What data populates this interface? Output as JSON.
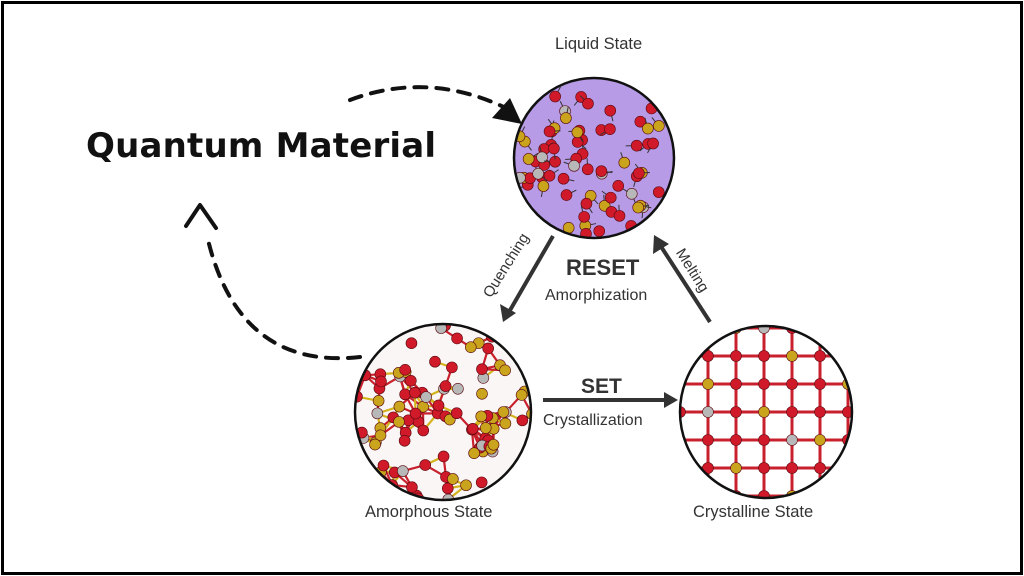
{
  "headline": "Quantum Material",
  "states": {
    "liquid": "Liquid State",
    "amorphous": "Amorphous State",
    "crystalline": "Crystalline State"
  },
  "transitions": {
    "reset": "RESET",
    "amorphization": "Amorphization",
    "set": "SET",
    "crystallization": "Crystallization",
    "quenching": "Quenching",
    "melting": "Melting"
  },
  "colors": {
    "liquid_bg": "#b79be6",
    "atom_red": "#d01a2a",
    "atom_gold": "#c9a41c",
    "atom_gray": "#b8b8b8",
    "bond_red": "#c8202c",
    "bond_gold": "#d4b41e"
  }
}
